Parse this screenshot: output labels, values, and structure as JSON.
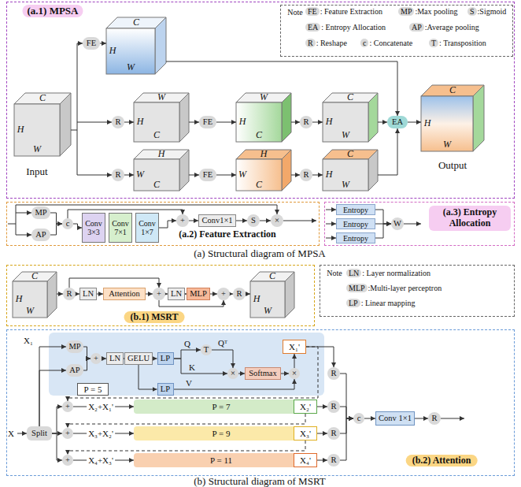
{
  "diagram": {
    "nodes": [
      {
        "text": [
          "(a.1) MPSA"
        ]
      },
      {
        "text": [
          "Note"
        ],
        "in": 0
      },
      {
        "text": [
          "FE",
          ": Feature Extraction"
        ],
        "in": 1
      },
      {
        "text": [
          "MP",
          ":Max pooling"
        ],
        "in": 1
      },
      {
        "text": [
          "S",
          ":Sigmoid"
        ],
        "in": 1
      },
      {
        "text": [
          "EA",
          ": Entropy Allocation"
        ],
        "in": 1
      },
      {
        "text": [
          "AP",
          ":Average pooling"
        ],
        "in": 1
      },
      {
        "text": [
          "R",
          ": Reshape"
        ],
        "in": 1
      },
      {
        "text": [
          "c",
          ": Concatenate"
        ],
        "in": 1
      },
      {
        "text": [
          "T",
          ": Transposition"
        ],
        "in": 1
      },
      {
        "text": [
          "FE"
        ],
        "in": 0
      },
      {
        "text": [
          "R"
        ],
        "in": 0
      },
      {
        "text": [
          "FE"
        ],
        "in": 0
      },
      {
        "text": [
          "R"
        ],
        "in": 0
      },
      {
        "text": [
          "EA"
        ],
        "in": 0
      },
      {
        "text": [
          "R"
        ],
        "in": 0
      },
      {
        "text": [
          "FE"
        ],
        "in": 0
      },
      {
        "text": [
          "R"
        ],
        "in": 0
      },
      {
        "text": [
          "(a.2) Feature Extraction"
        ]
      },
      {
        "text": [
          "MP"
        ],
        "in": 18
      },
      {
        "text": [
          "AP"
        ],
        "in": 18
      },
      {
        "text": [
          "c"
        ],
        "in": 18
      },
      {
        "text": [
          "Conv 3×3"
        ],
        "in": 18
      },
      {
        "text": [
          "Conv 7×1"
        ],
        "in": 18
      },
      {
        "text": [
          "Conv 1×7"
        ],
        "in": 18
      },
      {
        "text": [
          "+"
        ],
        "in": 18
      },
      {
        "text": [
          "Conv1×1"
        ],
        "in": 18
      },
      {
        "text": [
          "S"
        ],
        "in": 18
      },
      {
        "text": [
          "×"
        ],
        "in": 18
      },
      {
        "text": [
          "(a.3) Entropy Allocation"
        ]
      },
      {
        "text": [
          "Entropy"
        ],
        "in": 29
      },
      {
        "text": [
          "Entropy"
        ],
        "in": 29
      },
      {
        "text": [
          "Entropy"
        ],
        "in": 29
      },
      {
        "text": [
          "W"
        ],
        "in": 29
      },
      {
        "text": [
          "(b.1) MSRT"
        ]
      },
      {
        "text": [
          "R"
        ],
        "in": 34
      },
      {
        "text": [
          "LN"
        ],
        "in": 34
      },
      {
        "text": [
          "Attention"
        ],
        "in": 34
      },
      {
        "text": [
          "+"
        ],
        "in": 34
      },
      {
        "text": [
          "LN"
        ],
        "in": 34
      },
      {
        "text": [
          "MLP"
        ],
        "in": 34
      },
      {
        "text": [
          "+"
        ],
        "in": 34
      },
      {
        "text": [
          "R"
        ],
        "in": 34
      },
      {
        "text": [
          "Note"
        ]
      },
      {
        "text": [
          "LN",
          ": Layer normalization"
        ],
        "in": 43
      },
      {
        "text": [
          "MLP",
          ":Multi-layer perceptron"
        ],
        "in": 43
      },
      {
        "text": [
          "LP",
          ": Linear mapping"
        ],
        "in": 43
      },
      {
        "text": [
          "(b.2) Attention"
        ]
      },
      {
        "text": [
          "MP"
        ],
        "in": 47
      },
      {
        "text": [
          "AP"
        ],
        "in": 47
      },
      {
        "text": [
          "+"
        ],
        "in": 47
      },
      {
        "text": [
          "LN"
        ],
        "in": 47
      },
      {
        "text": [
          "GELU"
        ],
        "in": 47
      },
      {
        "text": [
          "LP"
        ],
        "in": 47
      },
      {
        "text": [
          "P = 5"
        ],
        "in": 47
      },
      {
        "text": [
          "LP"
        ],
        "in": 47
      },
      {
        "text": [
          "T"
        ],
        "in": 47
      },
      {
        "text": [
          "×"
        ],
        "in": 47
      },
      {
        "text": [
          "Softmax"
        ],
        "in": 47
      },
      {
        "text": [
          "×"
        ],
        "in": 47
      },
      {
        "text": [
          "X₁'"
        ],
        "in": 47
      },
      {
        "text": [
          "Split"
        ],
        "in": 47
      },
      {
        "text": [
          "+"
        ],
        "in": 47
      },
      {
        "text": [
          "+"
        ],
        "in": 47
      },
      {
        "text": [
          "+"
        ],
        "in": 47
      },
      {
        "text": [
          "P = 7"
        ],
        "in": 47
      },
      {
        "text": [
          "X₂'"
        ],
        "in": 47
      },
      {
        "text": [
          "P = 9"
        ],
        "in": 47
      },
      {
        "text": [
          "X₃'"
        ],
        "in": 47
      },
      {
        "text": [
          "P = 11"
        ],
        "in": 47
      },
      {
        "text": [
          "X₄'"
        ],
        "in": 47
      },
      {
        "text": [
          "R"
        ],
        "in": 47
      },
      {
        "text": [
          "R"
        ],
        "in": 47
      },
      {
        "text": [
          "R"
        ],
        "in": 47
      },
      {
        "text": [
          "R"
        ],
        "in": 47
      },
      {
        "text": [
          "c"
        ],
        "in": 47
      },
      {
        "text": [
          "Conv 1×1"
        ],
        "in": 47
      },
      {
        "text": [
          "R"
        ],
        "in": 47
      }
    ],
    "edges": [
      {
        "from": 19,
        "to": 21,
        "arrow": "to"
      },
      {
        "from": 20,
        "to": 21,
        "arrow": "to"
      },
      {
        "from": 21,
        "to": 22,
        "arrow": "to"
      },
      {
        "from": 21,
        "to": 25,
        "arrow": "to"
      },
      {
        "from": 24,
        "to": 25,
        "arrow": "to"
      },
      {
        "from": 25,
        "to": 26,
        "arrow": "to"
      },
      {
        "from": 26,
        "to": 27,
        "arrow": "to"
      },
      {
        "from": 27,
        "to": 28,
        "arrow": "to"
      },
      {
        "from": 30,
        "to": 33,
        "arrow": "to"
      },
      {
        "from": 31,
        "to": 33,
        "arrow": "to"
      },
      {
        "from": 32,
        "to": 33,
        "arrow": "to"
      },
      {
        "from": 35,
        "to": 36,
        "arrow": "to"
      },
      {
        "from": 36,
        "to": 37,
        "arrow": "to"
      },
      {
        "from": 37,
        "to": 38,
        "arrow": "to"
      },
      {
        "from": 35,
        "to": 38,
        "arrow": "to"
      },
      {
        "from": 38,
        "to": 39,
        "arrow": "to"
      },
      {
        "from": 39,
        "to": 40,
        "arrow": "to"
      },
      {
        "from": 40,
        "to": 41,
        "arrow": "to"
      },
      {
        "from": 38,
        "to": 41,
        "arrow": "to"
      },
      {
        "from": 41,
        "to": 42,
        "arrow": "to"
      },
      {
        "from": 61,
        "to": 48,
        "arrow": "to"
      },
      {
        "from": 61,
        "to": 49,
        "arrow": "to"
      },
      {
        "from": 48,
        "to": 50,
        "arrow": "to"
      },
      {
        "from": 49,
        "to": 50,
        "arrow": "to"
      },
      {
        "from": 50,
        "to": 51,
        "arrow": "to"
      },
      {
        "from": 51,
        "to": 52,
        "arrow": "to"
      },
      {
        "from": 52,
        "to": 53,
        "arrow": "to"
      },
      {
        "from": 52,
        "to": 55,
        "arrow": "to"
      },
      {
        "from": 53,
        "to": 56,
        "arrow": "to"
      },
      {
        "from": 53,
        "to": 57,
        "arrow": "to"
      },
      {
        "from": 56,
        "to": 57,
        "arrow": "to"
      },
      {
        "from": 57,
        "to": 58,
        "arrow": "to"
      },
      {
        "from": 58,
        "to": 59,
        "arrow": "to"
      },
      {
        "from": 55,
        "to": 59,
        "arrow": "to"
      },
      {
        "from": 59,
        "to": 60,
        "arrow": "to"
      },
      {
        "from": 60,
        "to": 71,
        "arrow": "to"
      },
      {
        "from": 60,
        "to": 62,
        "arrow": "to"
      },
      {
        "from": 61,
        "to": 62,
        "arrow": "to"
      },
      {
        "from": 61,
        "to": 63,
        "arrow": "to"
      },
      {
        "from": 61,
        "to": 64,
        "arrow": "to"
      },
      {
        "from": 62,
        "to": 65,
        "arrow": "to"
      },
      {
        "from": 66,
        "to": 63,
        "arrow": "to"
      },
      {
        "from": 63,
        "to": 67,
        "arrow": "to"
      },
      {
        "from": 68,
        "to": 64,
        "arrow": "to"
      },
      {
        "from": 64,
        "to": 69,
        "arrow": "to"
      },
      {
        "from": 66,
        "to": 72,
        "arrow": "to"
      },
      {
        "from": 68,
        "to": 73,
        "arrow": "to"
      },
      {
        "from": 70,
        "to": 74,
        "arrow": "to"
      },
      {
        "from": 71,
        "to": 75,
        "arrow": "to"
      },
      {
        "from": 72,
        "to": 75,
        "arrow": "to"
      },
      {
        "from": 73,
        "to": 75,
        "arrow": "to"
      },
      {
        "from": 74,
        "to": 75,
        "arrow": "to"
      },
      {
        "from": 75,
        "to": 76,
        "arrow": "to"
      },
      {
        "from": 76,
        "to": 77,
        "arrow": "to"
      }
    ],
    "labels": [
      "C",
      "H",
      "W",
      "C",
      "H",
      "W",
      "W",
      "H",
      "C",
      "W",
      "H",
      "C",
      "C",
      "H",
      "W",
      "C",
      "H",
      "W",
      "H",
      "W",
      "C",
      "H",
      "W",
      "C",
      "C",
      "H",
      "W",
      "Input",
      "Output",
      "(a) Structural diagram of MPSA",
      "C",
      "H",
      "W",
      "C",
      "H",
      "W",
      "X₁",
      "Q",
      "K",
      "Qᵀ",
      "V",
      "X",
      "X₂+X₁'",
      "X₃+X₂'",
      "X₄+X₃'",
      "(b) Structural diagram of MSRT"
    ]
  }
}
